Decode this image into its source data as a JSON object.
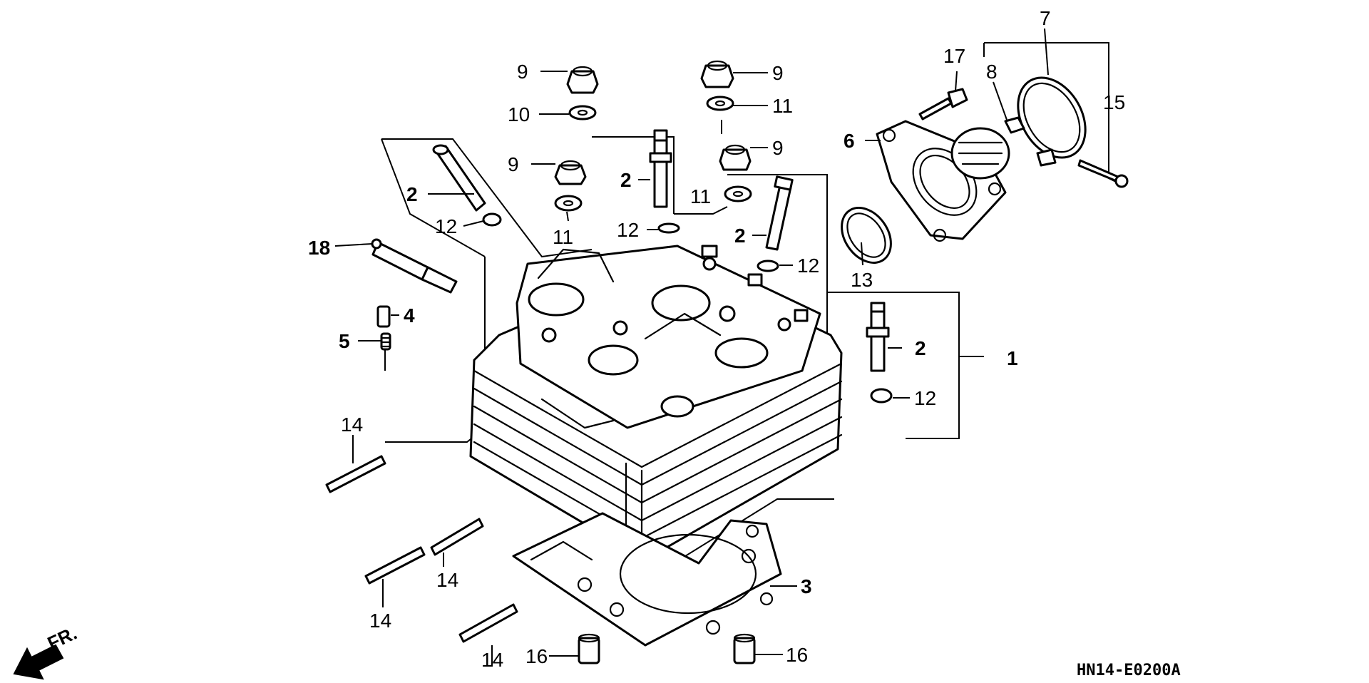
{
  "diagram": {
    "code": "HN14-E0200A",
    "direction_label": "FR.",
    "callouts": {
      "c1": "1",
      "c2a": "2",
      "c2b": "2",
      "c2c": "2",
      "c2d": "2",
      "c3": "3",
      "c4": "4",
      "c5": "5",
      "c6": "6",
      "c7": "7",
      "c8": "8",
      "c9a": "9",
      "c9b": "9",
      "c9c": "9",
      "c9d": "9",
      "c10": "10",
      "c11a": "11",
      "c11b": "11",
      "c11c": "11",
      "c12a": "12",
      "c12b": "12",
      "c12c": "12",
      "c12d": "12",
      "c13": "13",
      "c14a": "14",
      "c14b": "14",
      "c14c": "14",
      "c14d": "14",
      "c15": "15",
      "c16a": "16",
      "c16b": "16",
      "c17": "17",
      "c18": "18"
    }
  }
}
